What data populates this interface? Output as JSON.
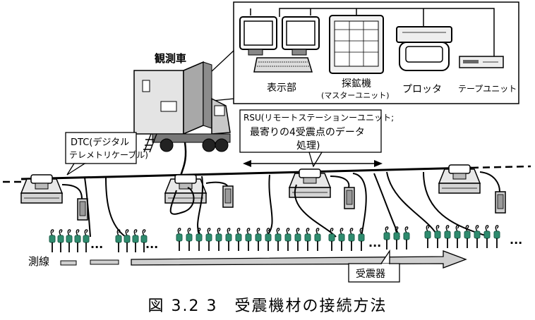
{
  "labels": {
    "vehicle": "観測車",
    "display": "表示部",
    "explorer_line1": "探鉱機",
    "explorer_line2": "(マスターユニット)",
    "plotter": "プロッタ",
    "tape": "テープユニット",
    "dtc_line1": "DTC(デジタル",
    "dtc_line2": "テレメトリケーブル)",
    "rsu_line1": "RSU(リモートステーションーユニット;",
    "rsu_line2": "最寄りの4受震点のデータ",
    "rsu_line3": "処理)",
    "survey_line": "測線",
    "receiver": "受震器",
    "dots": "..."
  },
  "caption": "図 3.2 3　受震機材の接続方法",
  "colors": {
    "geophone": "#2e8b6e",
    "ink": "#000000",
    "arrow_fill": "#cfcfcf"
  }
}
